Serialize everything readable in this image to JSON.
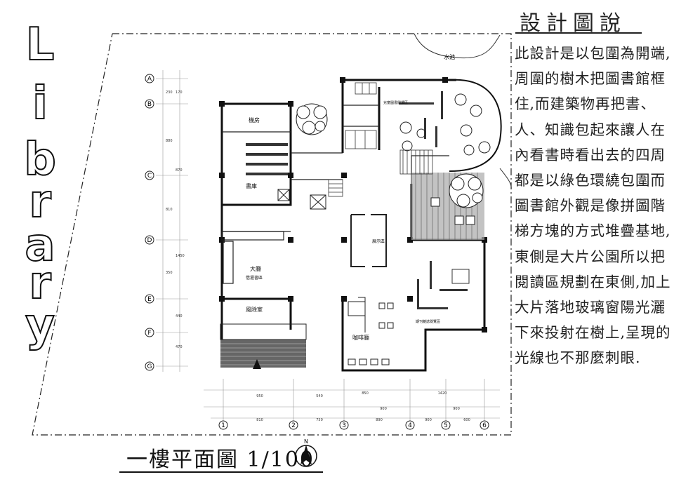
{
  "vertical_title": [
    "L",
    "i",
    "b",
    "r",
    "a",
    "r",
    "y"
  ],
  "plan_caption": "一樓平面圖 1/100",
  "north_label": "N",
  "description": {
    "heading": "設計圖說",
    "text": "此設計是以包圍為開端,周圍的樹木把圖書館框住,而建築物再把書、人、知識包起來讓人在內看書時看出去的四周都是以綠色環繞包圍而圖書館外觀是像拼圖階梯方塊的方式堆疊基地,東側是大片公園所以把閱讀區規劃在東側,加上大片落地玻璃窗陽光灑下來投射在樹上,呈現的光線也不那麼刺眼."
  },
  "grid_rows": [
    "A",
    "B",
    "C",
    "D",
    "E",
    "F",
    "G"
  ],
  "grid_cols": [
    "1",
    "2",
    "3",
    "4",
    "5",
    "6"
  ],
  "rooms": {
    "mech": "機房",
    "stack": "書庫",
    "lobby": "大廳",
    "checkout": "借還書區",
    "exhibit": "展示區",
    "wind_room": "風除室",
    "cafe": "咖啡廳",
    "kids": "兒童圖書閱讀區",
    "periodicals": "期刊雜誌閱覽區",
    "pond": "水池"
  },
  "dimensions": {
    "top_row": [
      "950",
      "540",
      "850",
      "1420"
    ],
    "mid_row": [
      "900",
      "900"
    ],
    "bottom_row": [
      "810",
      "750",
      "890",
      "900",
      "600"
    ],
    "left_col": [
      "230",
      "170",
      "880",
      "870",
      "810",
      "1450",
      "350",
      "440",
      "470"
    ]
  }
}
